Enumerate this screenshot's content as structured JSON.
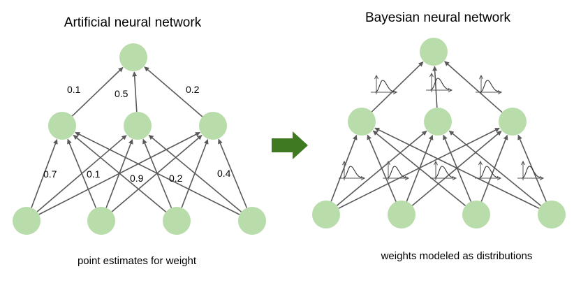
{
  "ann": {
    "title": "Artificial neural network",
    "caption": "point estimates for weight",
    "output_weights": [
      "0.1",
      "0.5",
      "0.2"
    ],
    "input_weights": [
      "0.7",
      "0.1",
      "0.9",
      "0.2",
      "0.4"
    ]
  },
  "bnn": {
    "title": "Bayesian neural network",
    "caption": "weights modeled as distributions"
  },
  "colors": {
    "node": "#b8dcaa",
    "edge": "#595959",
    "arrow_icon": "#3f7a22",
    "text": "#000000"
  },
  "icons": {
    "transition": "right-arrow-icon",
    "weight_distribution": "distribution-curve-icon"
  }
}
